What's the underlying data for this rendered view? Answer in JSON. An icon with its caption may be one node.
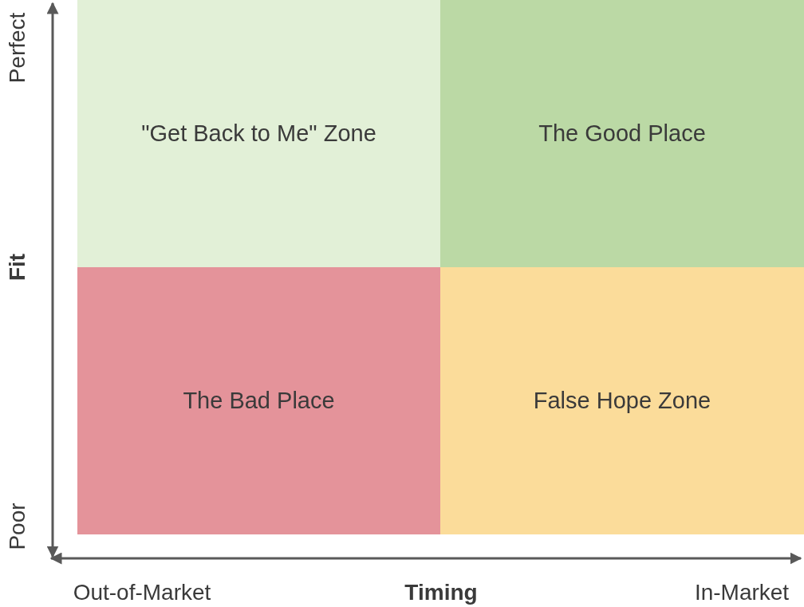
{
  "diagram": {
    "nodes": [
      {
        "text": [
          "\"Get Back to Me\" Zone"
        ]
      },
      {
        "text": [
          "The Good Place"
        ]
      },
      {
        "text": [
          "The Bad Place"
        ]
      },
      {
        "text": [
          "False Hope Zone"
        ]
      }
    ],
    "labels": [
      "Perfect",
      "Fit",
      "Poor",
      "Out-of-Market",
      "Timing",
      "In-Market"
    ]
  }
}
